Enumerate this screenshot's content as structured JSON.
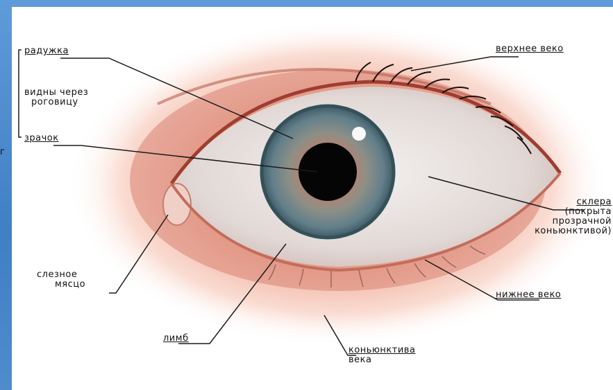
{
  "labels": {
    "iris": "радужка",
    "visible_through_cornea_1": "видны через",
    "visible_through_cornea_2": "роговицу",
    "pupil": "зрачок",
    "upper_eyelid": "верхнее веко",
    "sclera_1": "склера",
    "sclera_2": "(покрыта",
    "sclera_3": "прозрачной",
    "sclera_4": "коньюнктивой)",
    "tear_caruncle_1": "слезное",
    "tear_caruncle_2": "мясцо",
    "lower_eyelid": "нижнее веко",
    "limbus": "лимб",
    "eyelid_conjunctiva_1": "коньюнктива",
    "eyelid_conjunctiva_2": "века"
  },
  "edge_mark": "г",
  "colors": {
    "frame_blue": "#4a86c8",
    "skin": "#e7a08e",
    "iris_outer": "#5f7d86",
    "iris_inner": "#b87e6e",
    "pupil": "#050505",
    "leader_line": "#1a1a1a"
  }
}
